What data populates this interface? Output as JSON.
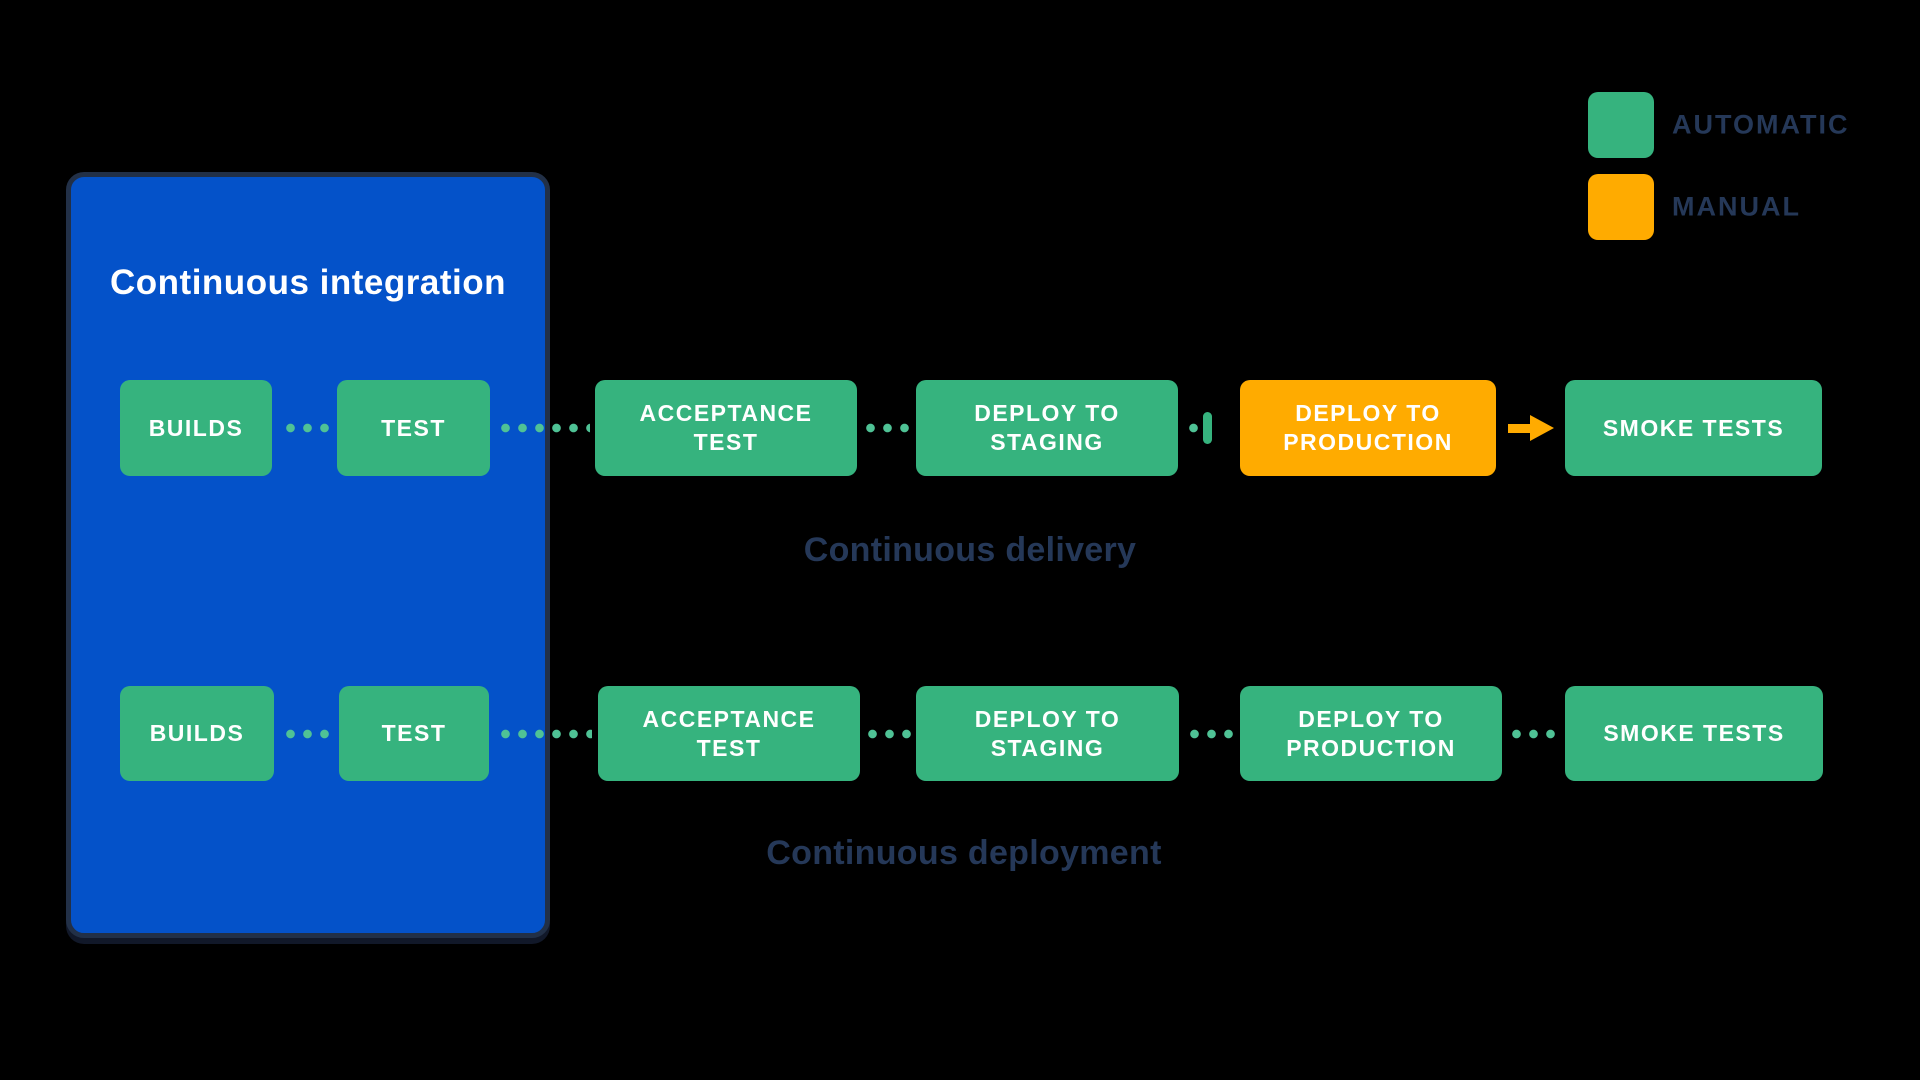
{
  "diagram": {
    "title": "CI/CD pipeline diagram",
    "background_color": "#000000",
    "ci_group": {
      "title": "Continuous integration",
      "fill_color": "#0452C9",
      "border_color": "#223047"
    },
    "legend": {
      "items": [
        {
          "label": "AUTOMATIC",
          "color": "#36B37E"
        },
        {
          "label": "MANUAL",
          "color": "#FFAB00"
        }
      ]
    },
    "colors": {
      "automatic_node": "#36B37E",
      "manual_node": "#FFAB00",
      "connector_dots": "#4FC295",
      "caption_text": "#253858",
      "node_text": "#FFFFFF"
    },
    "rows": [
      {
        "label": "Continuous delivery",
        "nodes": [
          {
            "label": "BUILDS",
            "mode": "automatic"
          },
          {
            "label": "TEST",
            "mode": "automatic"
          },
          {
            "label": "ACCEPTANCE TEST",
            "mode": "automatic"
          },
          {
            "label": "DEPLOY TO STAGING",
            "mode": "automatic"
          },
          {
            "label": "DEPLOY TO PRODUCTION",
            "mode": "manual"
          },
          {
            "label": "SMOKE TESTS",
            "mode": "automatic"
          }
        ]
      },
      {
        "label": "Continuous deployment",
        "nodes": [
          {
            "label": "BUILDS",
            "mode": "automatic"
          },
          {
            "label": "TEST",
            "mode": "automatic"
          },
          {
            "label": "ACCEPTANCE TEST",
            "mode": "automatic"
          },
          {
            "label": "DEPLOY TO STAGING",
            "mode": "automatic"
          },
          {
            "label": "DEPLOY TO PRODUCTION",
            "mode": "automatic"
          },
          {
            "label": "SMOKE TESTS",
            "mode": "automatic"
          }
        ]
      }
    ]
  }
}
